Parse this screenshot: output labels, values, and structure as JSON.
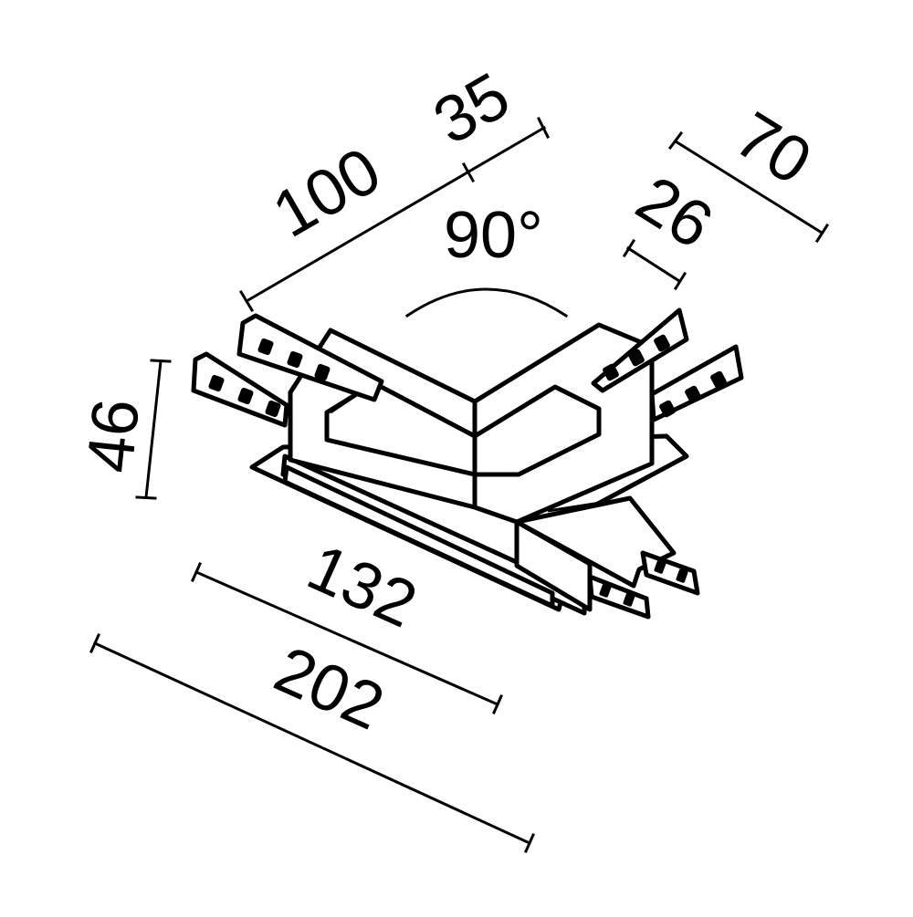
{
  "diagram": {
    "title": "90° L-connector dimension drawing",
    "colors": {
      "line": "#000000",
      "background": "#ffffff"
    },
    "dimensions": {
      "arm_length_a": "100",
      "arm_offset_a": "35",
      "angle": "90°",
      "arm_width_total": "70",
      "arm_width_inner": "26",
      "height": "46",
      "base_length": "132",
      "overall_length": "202"
    },
    "components": {
      "connector_pins_left": [
        "pin-block-upper",
        "pin-block-lower"
      ],
      "connector_pins_right": [
        "pin-block-upper",
        "pin-block-lower"
      ],
      "connector_pins_front": [
        "pin-block-a",
        "pin-block-b"
      ]
    }
  }
}
